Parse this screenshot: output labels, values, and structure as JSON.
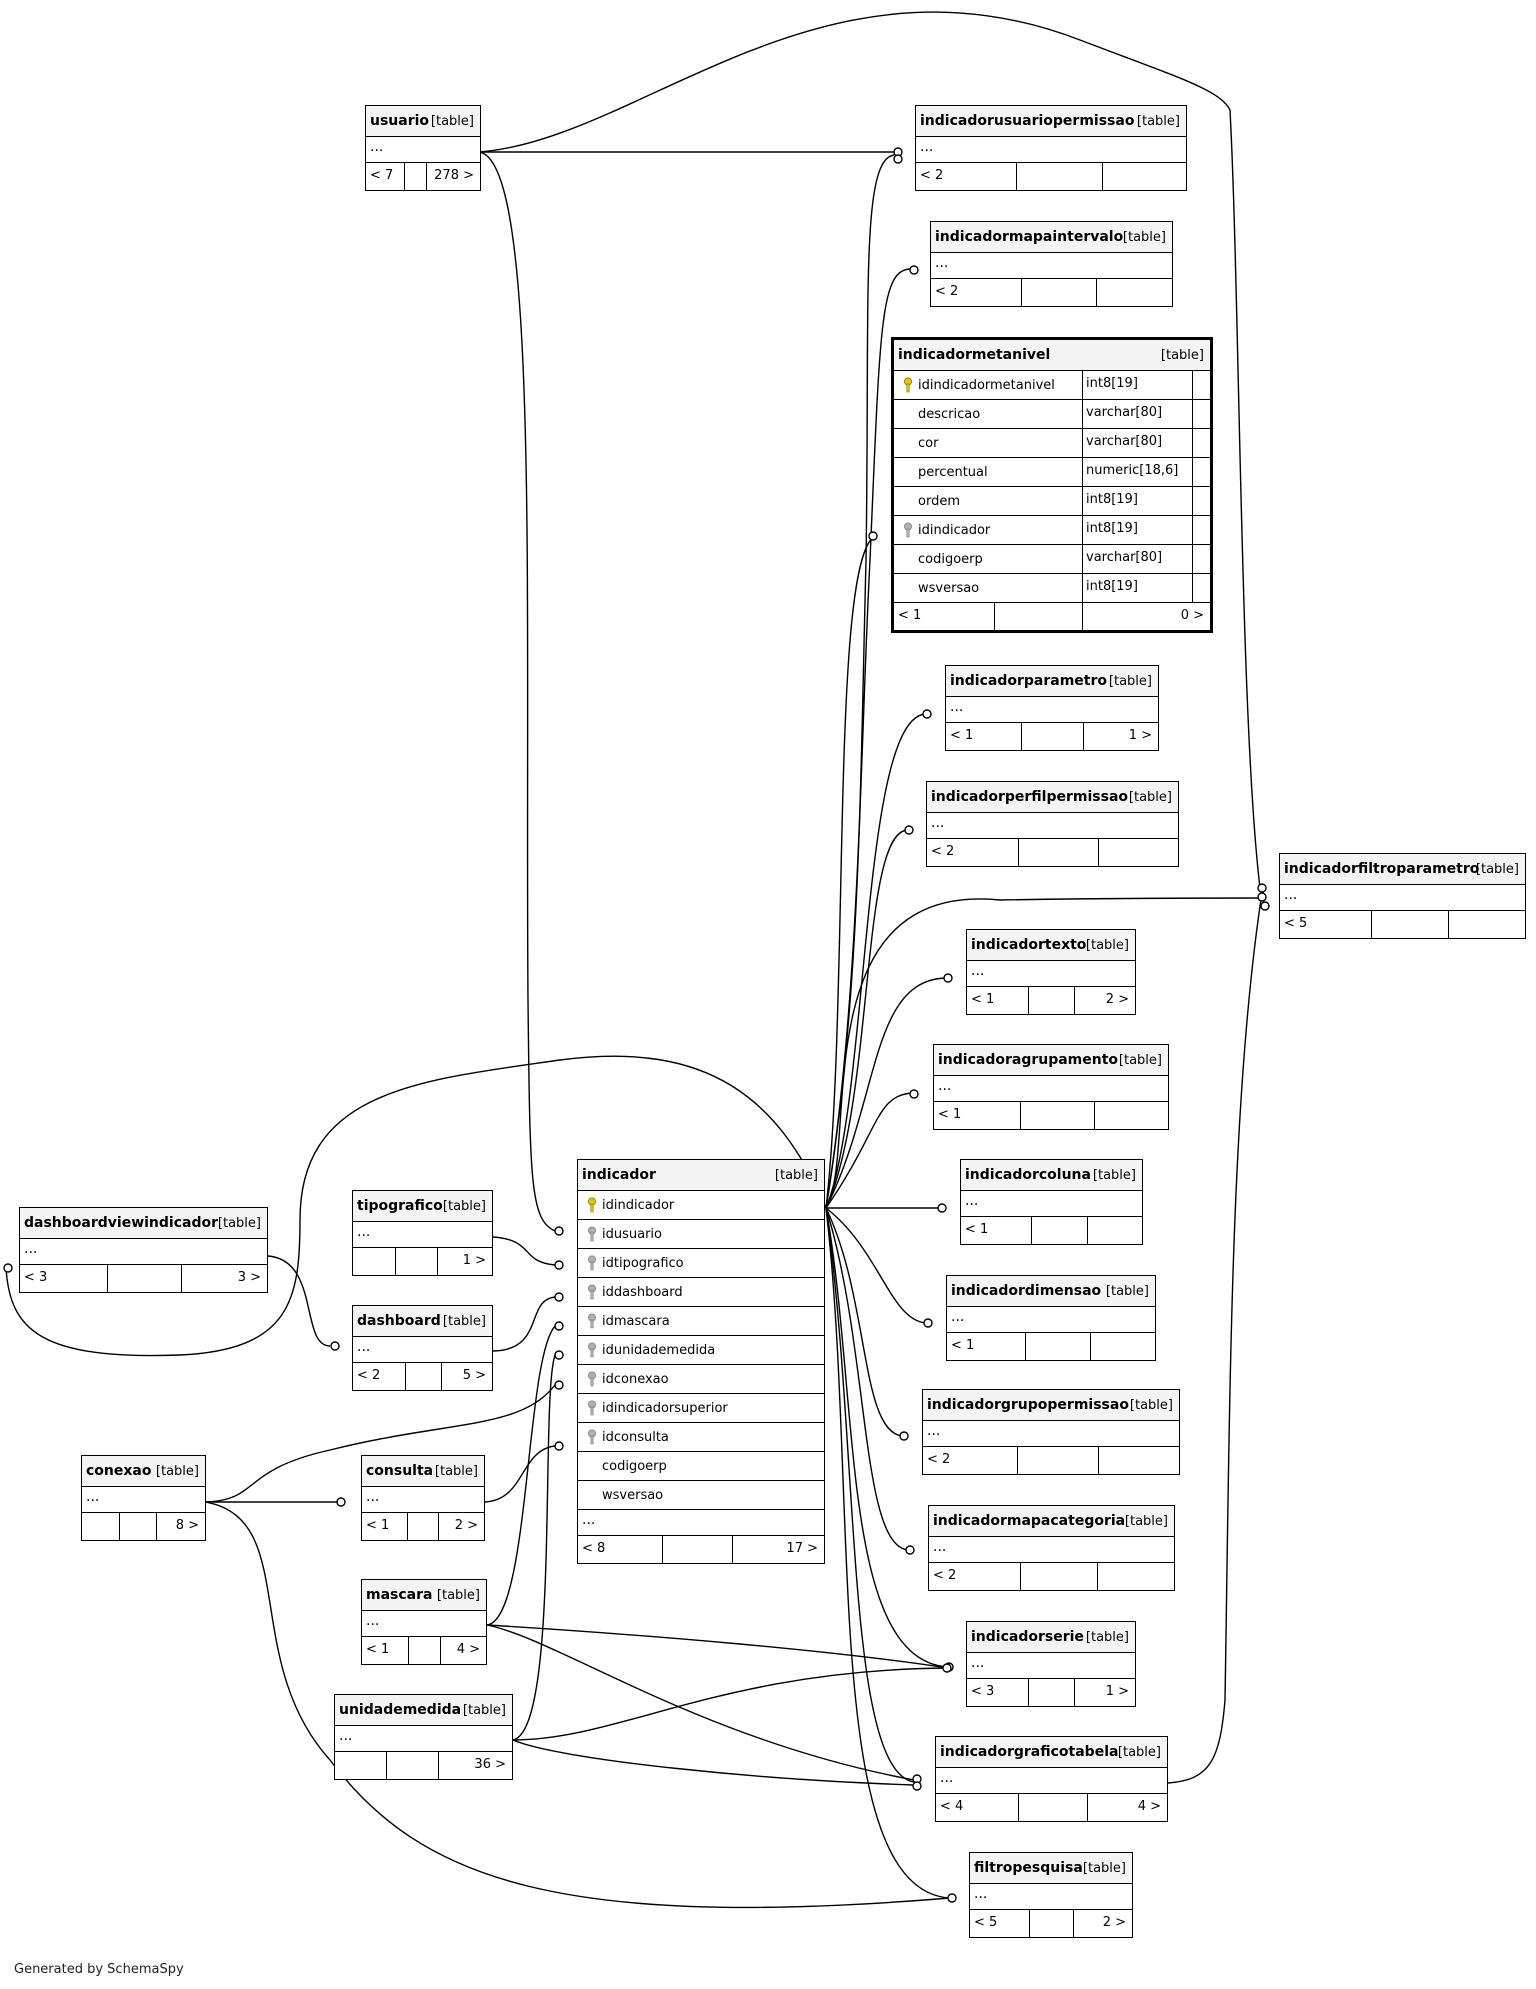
{
  "tag": "[table]",
  "footer_text": "Generated by SchemaSpy",
  "ellipsis": "...",
  "tables": [
    {
      "id": "usuario",
      "name": "usuario",
      "left": "< 7",
      "right": "278 >"
    },
    {
      "id": "indicadorusuariopermissao",
      "name": "indicadorusuariopermissao",
      "left": "< 2",
      "right": ""
    },
    {
      "id": "indicadormapaintervalo",
      "name": "indicadormapaintervalo",
      "left": "< 2",
      "right": ""
    },
    {
      "id": "indicadormetanivel",
      "name": "indicadormetanivel",
      "left": "< 1",
      "right": "0 >",
      "columns": [
        {
          "name": "idindicadormetanivel",
          "type": "int8[19]",
          "key": "primary"
        },
        {
          "name": "descricao",
          "type": "varchar[80]",
          "key": ""
        },
        {
          "name": "cor",
          "type": "varchar[80]",
          "key": ""
        },
        {
          "name": "percentual",
          "type": "numeric[18,6]",
          "key": ""
        },
        {
          "name": "ordem",
          "type": "int8[19]",
          "key": ""
        },
        {
          "name": "idindicador",
          "type": "int8[19]",
          "key": "foreign"
        },
        {
          "name": "codigoerp",
          "type": "varchar[80]",
          "key": ""
        },
        {
          "name": "wsversao",
          "type": "int8[19]",
          "key": ""
        }
      ]
    },
    {
      "id": "indicadorparametro",
      "name": "indicadorparametro",
      "left": "< 1",
      "right": "1 >"
    },
    {
      "id": "indicadorperfilpermissao",
      "name": "indicadorperfilpermissao",
      "left": "< 2",
      "right": ""
    },
    {
      "id": "indicadorfiltroparametro",
      "name": "indicadorfiltroparametro",
      "left": "< 5",
      "right": ""
    },
    {
      "id": "indicadortexto",
      "name": "indicadortexto",
      "left": "< 1",
      "right": "2 >"
    },
    {
      "id": "indicadoragrupamento",
      "name": "indicadoragrupamento",
      "left": "< 1",
      "right": ""
    },
    {
      "id": "indicadorcoluna",
      "name": "indicadorcoluna",
      "left": "< 1",
      "right": ""
    },
    {
      "id": "indicadordimensao",
      "name": "indicadordimensao",
      "left": "< 1",
      "right": ""
    },
    {
      "id": "indicadorgrupopermissao",
      "name": "indicadorgrupopermissao",
      "left": "< 2",
      "right": ""
    },
    {
      "id": "indicadormapacategoria",
      "name": "indicadormapacategoria",
      "left": "< 2",
      "right": ""
    },
    {
      "id": "indicadorserie",
      "name": "indicadorserie",
      "left": "< 3",
      "right": "1 >"
    },
    {
      "id": "indicadorgraficotabela",
      "name": "indicadorgraficotabela",
      "left": "< 4",
      "right": "4 >"
    },
    {
      "id": "filtropesquisa",
      "name": "filtropesquisa",
      "left": "< 5",
      "right": "2 >"
    },
    {
      "id": "indicador",
      "name": "indicador",
      "left": "< 8",
      "right": "17 >",
      "columns": [
        {
          "name": "idindicador",
          "key": "primary"
        },
        {
          "name": "idusuario",
          "key": "foreign"
        },
        {
          "name": "idtipografico",
          "key": "foreign"
        },
        {
          "name": "iddashboard",
          "key": "foreign"
        },
        {
          "name": "idmascara",
          "key": "foreign"
        },
        {
          "name": "idunidademedida",
          "key": "foreign"
        },
        {
          "name": "idconexao",
          "key": "foreign"
        },
        {
          "name": "idindicadorsuperior",
          "key": "foreign"
        },
        {
          "name": "idconsulta",
          "key": "foreign"
        },
        {
          "name": "codigoerp",
          "key": ""
        },
        {
          "name": "wsversao",
          "key": ""
        }
      ]
    },
    {
      "id": "tipografico",
      "name": "tipografico",
      "left": "",
      "right": "1 >"
    },
    {
      "id": "dashboardviewindicador",
      "name": "dashboardviewindicador",
      "left": "< 3",
      "right": "3 >"
    },
    {
      "id": "dashboard",
      "name": "dashboard",
      "left": "< 2",
      "right": "5 >"
    },
    {
      "id": "conexao",
      "name": "conexao",
      "left": "",
      "right": "8 >"
    },
    {
      "id": "consulta",
      "name": "consulta",
      "left": "< 1",
      "right": "2 >"
    },
    {
      "id": "mascara",
      "name": "mascara",
      "left": "< 1",
      "right": "4 >"
    },
    {
      "id": "unidademedida",
      "name": "unidademedida",
      "left": "",
      "right": "36 >"
    }
  ]
}
